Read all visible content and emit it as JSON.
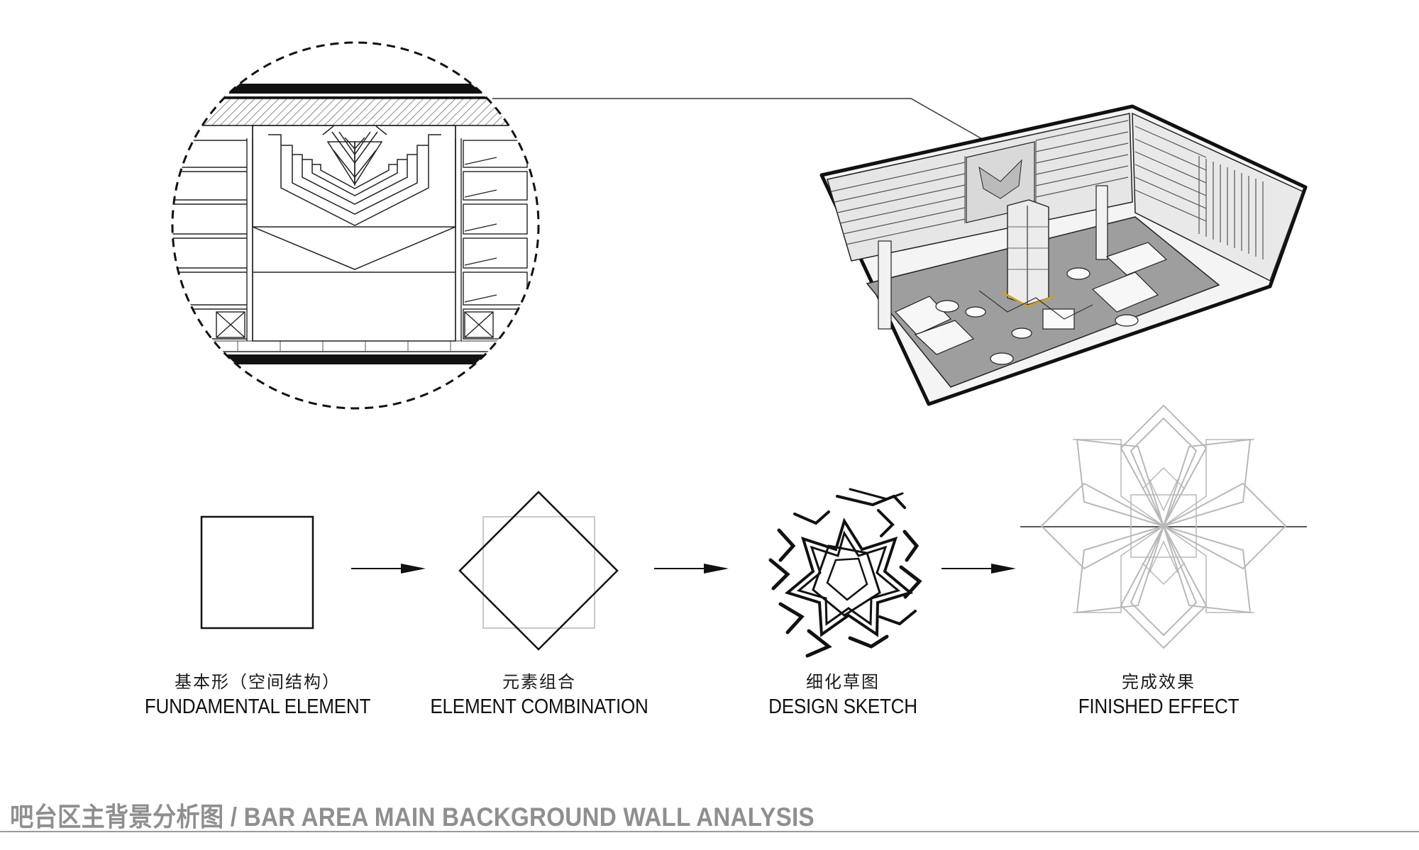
{
  "steps": [
    {
      "label_cn": "基本形（空间结构）",
      "label_en": "FUNDAMENTAL ELEMENT"
    },
    {
      "label_cn": "元素组合",
      "label_en": "ELEMENT COMBINATION"
    },
    {
      "label_cn": "细化草图",
      "label_en": "DESIGN SKETCH"
    },
    {
      "label_cn": "完成效果",
      "label_en": "FINISHED EFFECT"
    }
  ],
  "footer": {
    "title": "吧台区主背景分析图 / BAR AREA MAIN BACKGROUND WALL ANALYSIS"
  },
  "colors": {
    "line": "#111111",
    "footer_text": "#8f8f8f",
    "finished_stroke": "#b8b8b8",
    "floor_shade": "#9e9e9e"
  }
}
